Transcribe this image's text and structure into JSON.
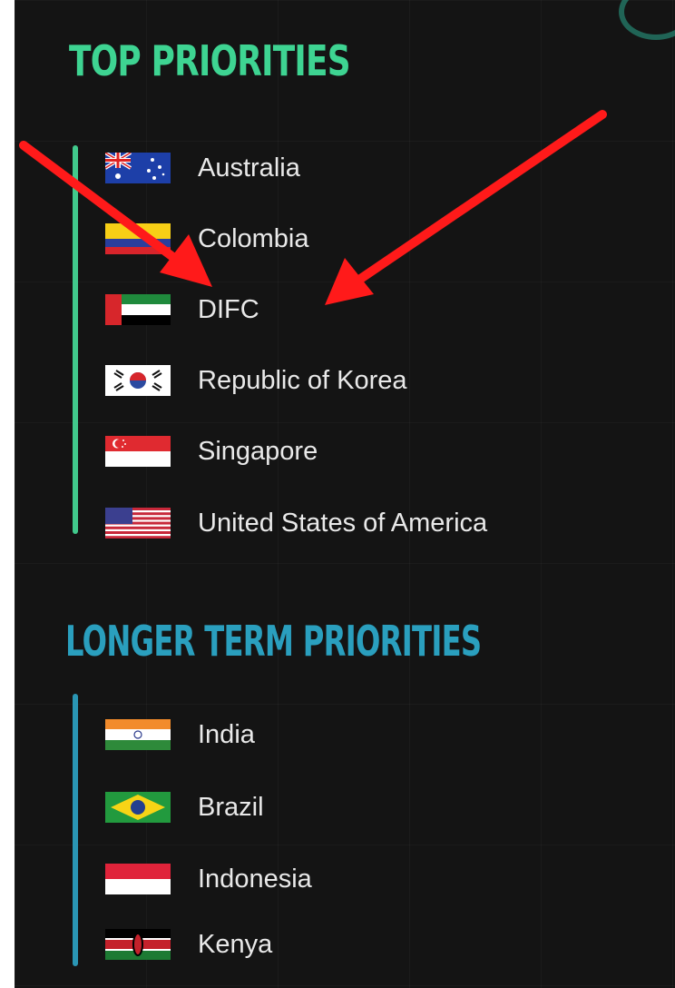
{
  "sections": {
    "top": {
      "title": "TOP PRIORITIES",
      "countries": [
        {
          "name": "Australia",
          "flag": "australia-flag"
        },
        {
          "name": "Colombia",
          "flag": "colombia-flag"
        },
        {
          "name": "DIFC",
          "flag": "uae-flag"
        },
        {
          "name": "Republic of Korea",
          "flag": "south-korea-flag"
        },
        {
          "name": "Singapore",
          "flag": "singapore-flag"
        },
        {
          "name": "United States of America",
          "flag": "usa-flag"
        }
      ]
    },
    "longer": {
      "title": "LONGER TERM PRIORITIES",
      "countries": [
        {
          "name": "India",
          "flag": "india-flag"
        },
        {
          "name": "Brazil",
          "flag": "brazil-flag"
        },
        {
          "name": "Indonesia",
          "flag": "indonesia-flag"
        },
        {
          "name": "Kenya",
          "flag": "kenya-flag"
        }
      ]
    }
  },
  "colors": {
    "background": "#141414",
    "top_accent": "#3ed492",
    "longer_accent": "#2a9fbe",
    "annotation_arrow": "#ff0000",
    "text": "#e9e9e9"
  },
  "annotations": {
    "arrow_count": 2,
    "target": "DIFC"
  }
}
